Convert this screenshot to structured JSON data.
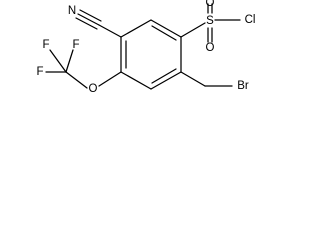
{
  "molecule": {
    "atoms": {
      "nitrile_N": "N",
      "sulfonyl_O_top": "O",
      "sulfonyl_O_bottom": "O",
      "sulfonyl_S": "S",
      "sulfonyl_Cl": "Cl",
      "fluoro_top_left": "F",
      "fluoro_top_right": "F",
      "fluoro_left": "F",
      "ether_O": "O",
      "bromo_Br": "Br"
    }
  },
  "colors": {
    "bond": "#000000",
    "label": "#000000",
    "background": "#ffffff"
  }
}
